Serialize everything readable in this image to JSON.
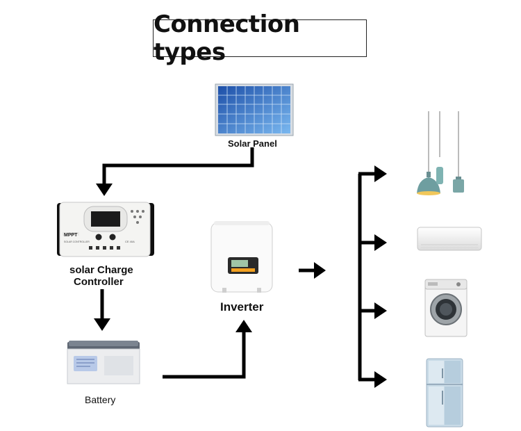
{
  "title": "Connection types",
  "labels": {
    "solar_panel": "Solar Panel",
    "controller_line1": "solar Charge",
    "controller_line2": "Controller",
    "battery": "Battery",
    "inverter": "Inverter"
  },
  "device_text": {
    "controller_brand": "MPPT",
    "controller_sub": "SOLAR CONTROLLER",
    "controller_model": "CE 40A"
  },
  "appliances": [
    "pendant-lamps",
    "air-conditioner",
    "washing-machine",
    "refrigerator"
  ],
  "colors": {
    "arrow": "#000000",
    "panel_blue": "#2f6fd0",
    "inverter_accent": "#f2a020"
  }
}
